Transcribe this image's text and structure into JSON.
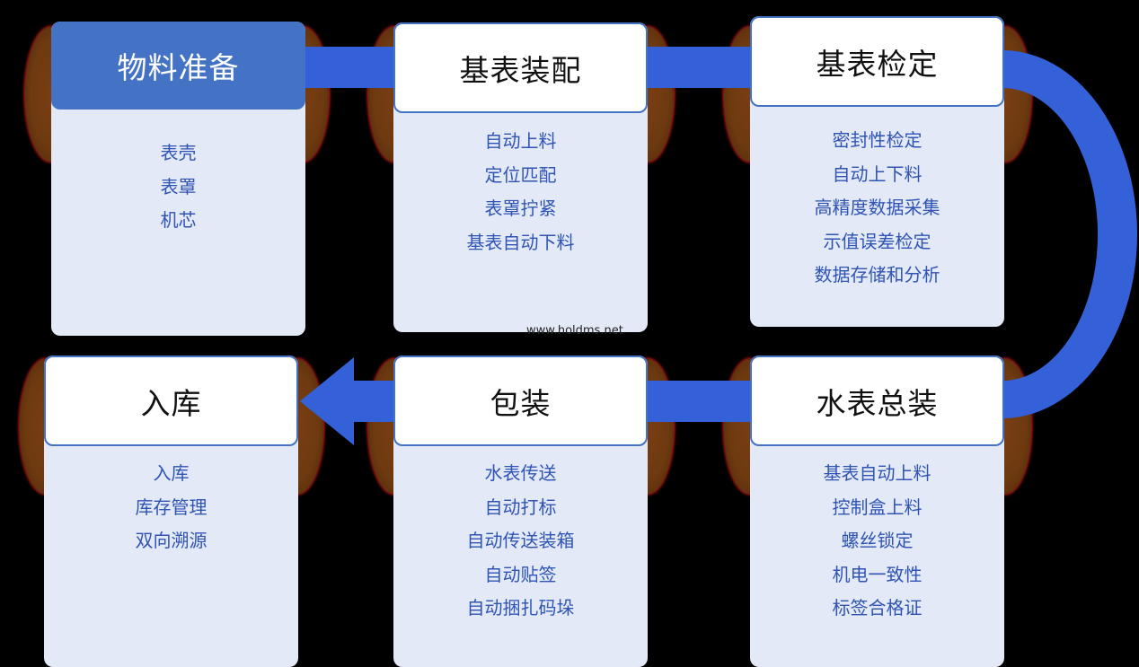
{
  "watermark": "www.holdms.net",
  "colors": {
    "accent": "#4472c4",
    "arrow": "#3460d8",
    "item_text": "#2f54b4",
    "card_body": "#e3e9f6"
  },
  "stages": [
    {
      "id": "materials",
      "title": "物料准备",
      "active": true,
      "items": [
        "表壳",
        "表罩",
        "机芯"
      ]
    },
    {
      "id": "assembly",
      "title": "基表装配",
      "active": false,
      "items": [
        "自动上料",
        "定位匹配",
        "表罩拧紧",
        "基表自动下料"
      ]
    },
    {
      "id": "verification",
      "title": "基表检定",
      "active": false,
      "items": [
        "密封性检定",
        "自动上下料",
        "高精度数据采集",
        "示值误差检定",
        "数据存储和分析"
      ]
    },
    {
      "id": "final-assembly",
      "title": "水表总装",
      "active": false,
      "items": [
        "基表自动上料",
        "控制盒上料",
        "螺丝锁定",
        "机电一致性",
        "标签合格证"
      ]
    },
    {
      "id": "packaging",
      "title": "包装",
      "active": false,
      "items": [
        "水表传送",
        "自动打标",
        "自动传送装箱",
        "自动贴签",
        "自动捆扎码垛"
      ]
    },
    {
      "id": "warehousing",
      "title": "入库",
      "active": false,
      "items": [
        "入库",
        "库存管理",
        "双向溯源"
      ]
    }
  ]
}
